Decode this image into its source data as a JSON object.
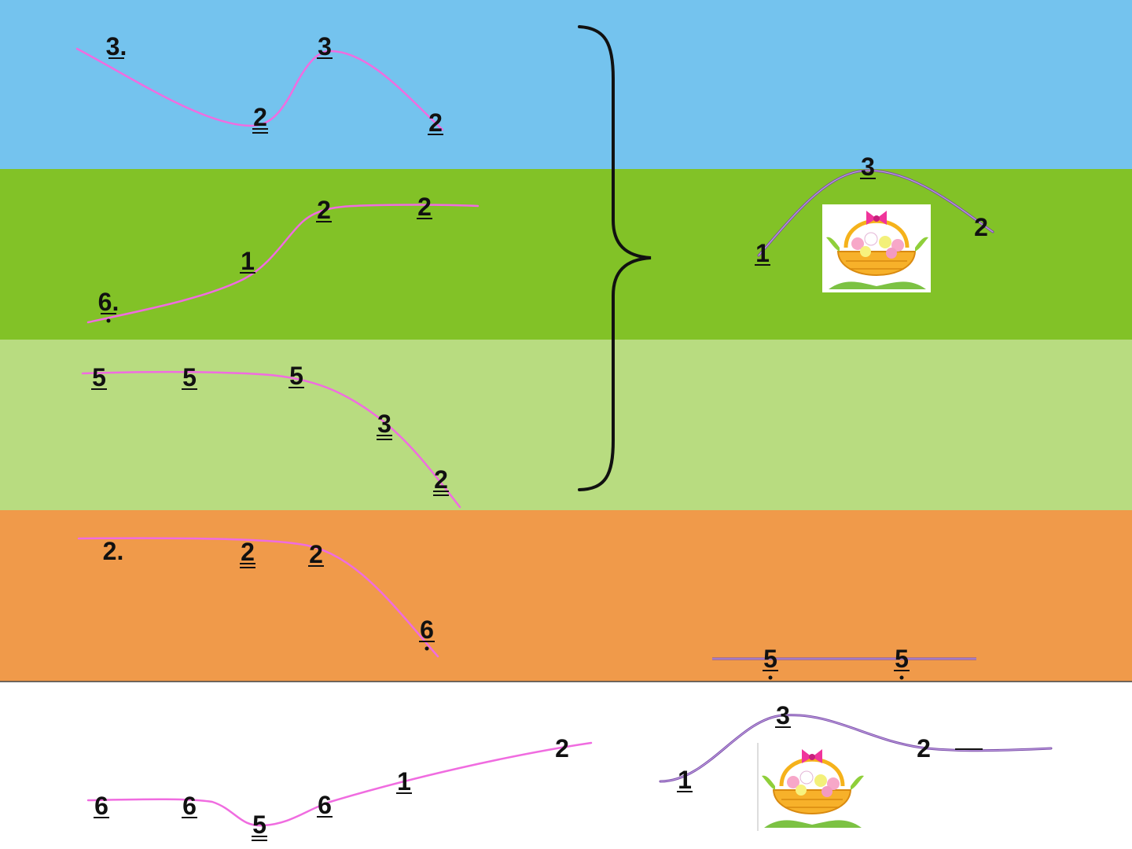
{
  "colors": {
    "band_sky": "#74c3ee",
    "band_green": "#82c227",
    "band_light_green": "#b8dc80",
    "band_orange": "#f09a4a",
    "band_white": "#ffffff",
    "melody_line": "#f06ce0",
    "melody_line_alt": "#7a4ea8"
  },
  "icons": [
    "flower-basket-icon"
  ],
  "phrases": [
    {
      "id": "phrase-1",
      "notes": [
        {
          "t": "3.",
          "u": 1
        },
        {
          "t": "2",
          "u": 2
        },
        {
          "t": "3",
          "u": 1
        },
        {
          "t": "2",
          "u": 1
        }
      ]
    },
    {
      "id": "phrase-2",
      "notes": [
        {
          "t": "6.",
          "u": 1,
          "d": 1
        },
        {
          "t": "1",
          "u": 1
        },
        {
          "t": "2",
          "u": 1
        },
        {
          "t": "2",
          "u": 1
        }
      ]
    },
    {
      "id": "phrase-3",
      "notes": [
        {
          "t": "5",
          "u": 1
        },
        {
          "t": "5",
          "u": 1
        },
        {
          "t": "5",
          "u": 1
        },
        {
          "t": "3",
          "u": 2
        },
        {
          "t": "2",
          "u": 2
        }
      ]
    },
    {
      "id": "phrase-4",
      "notes": [
        {
          "t": "2.",
          "u": 0
        },
        {
          "t": "2",
          "u": 2
        },
        {
          "t": "2",
          "u": 1
        },
        {
          "t": "6",
          "u": 1,
          "d": 1
        }
      ]
    },
    {
      "id": "phrase-5",
      "notes": [
        {
          "t": "1",
          "u": 1
        },
        {
          "t": "3",
          "u": 1
        },
        {
          "t": "2",
          "u": 0
        }
      ]
    },
    {
      "id": "phrase-6",
      "notes": [
        {
          "t": "5",
          "u": 1,
          "d": 1
        },
        {
          "t": "5",
          "u": 1,
          "d": 1
        }
      ]
    },
    {
      "id": "phrase-7",
      "notes": [
        {
          "t": "1",
          "u": 1
        },
        {
          "t": "3",
          "u": 1
        },
        {
          "t": "2",
          "u": 0
        }
      ]
    },
    {
      "id": "phrase-8",
      "notes": [
        {
          "t": "6",
          "u": 1
        },
        {
          "t": "6",
          "u": 1
        },
        {
          "t": "5",
          "u": 2
        },
        {
          "t": "6",
          "u": 1
        },
        {
          "t": "1",
          "u": 1
        },
        {
          "t": "2",
          "u": 0
        }
      ]
    }
  ]
}
